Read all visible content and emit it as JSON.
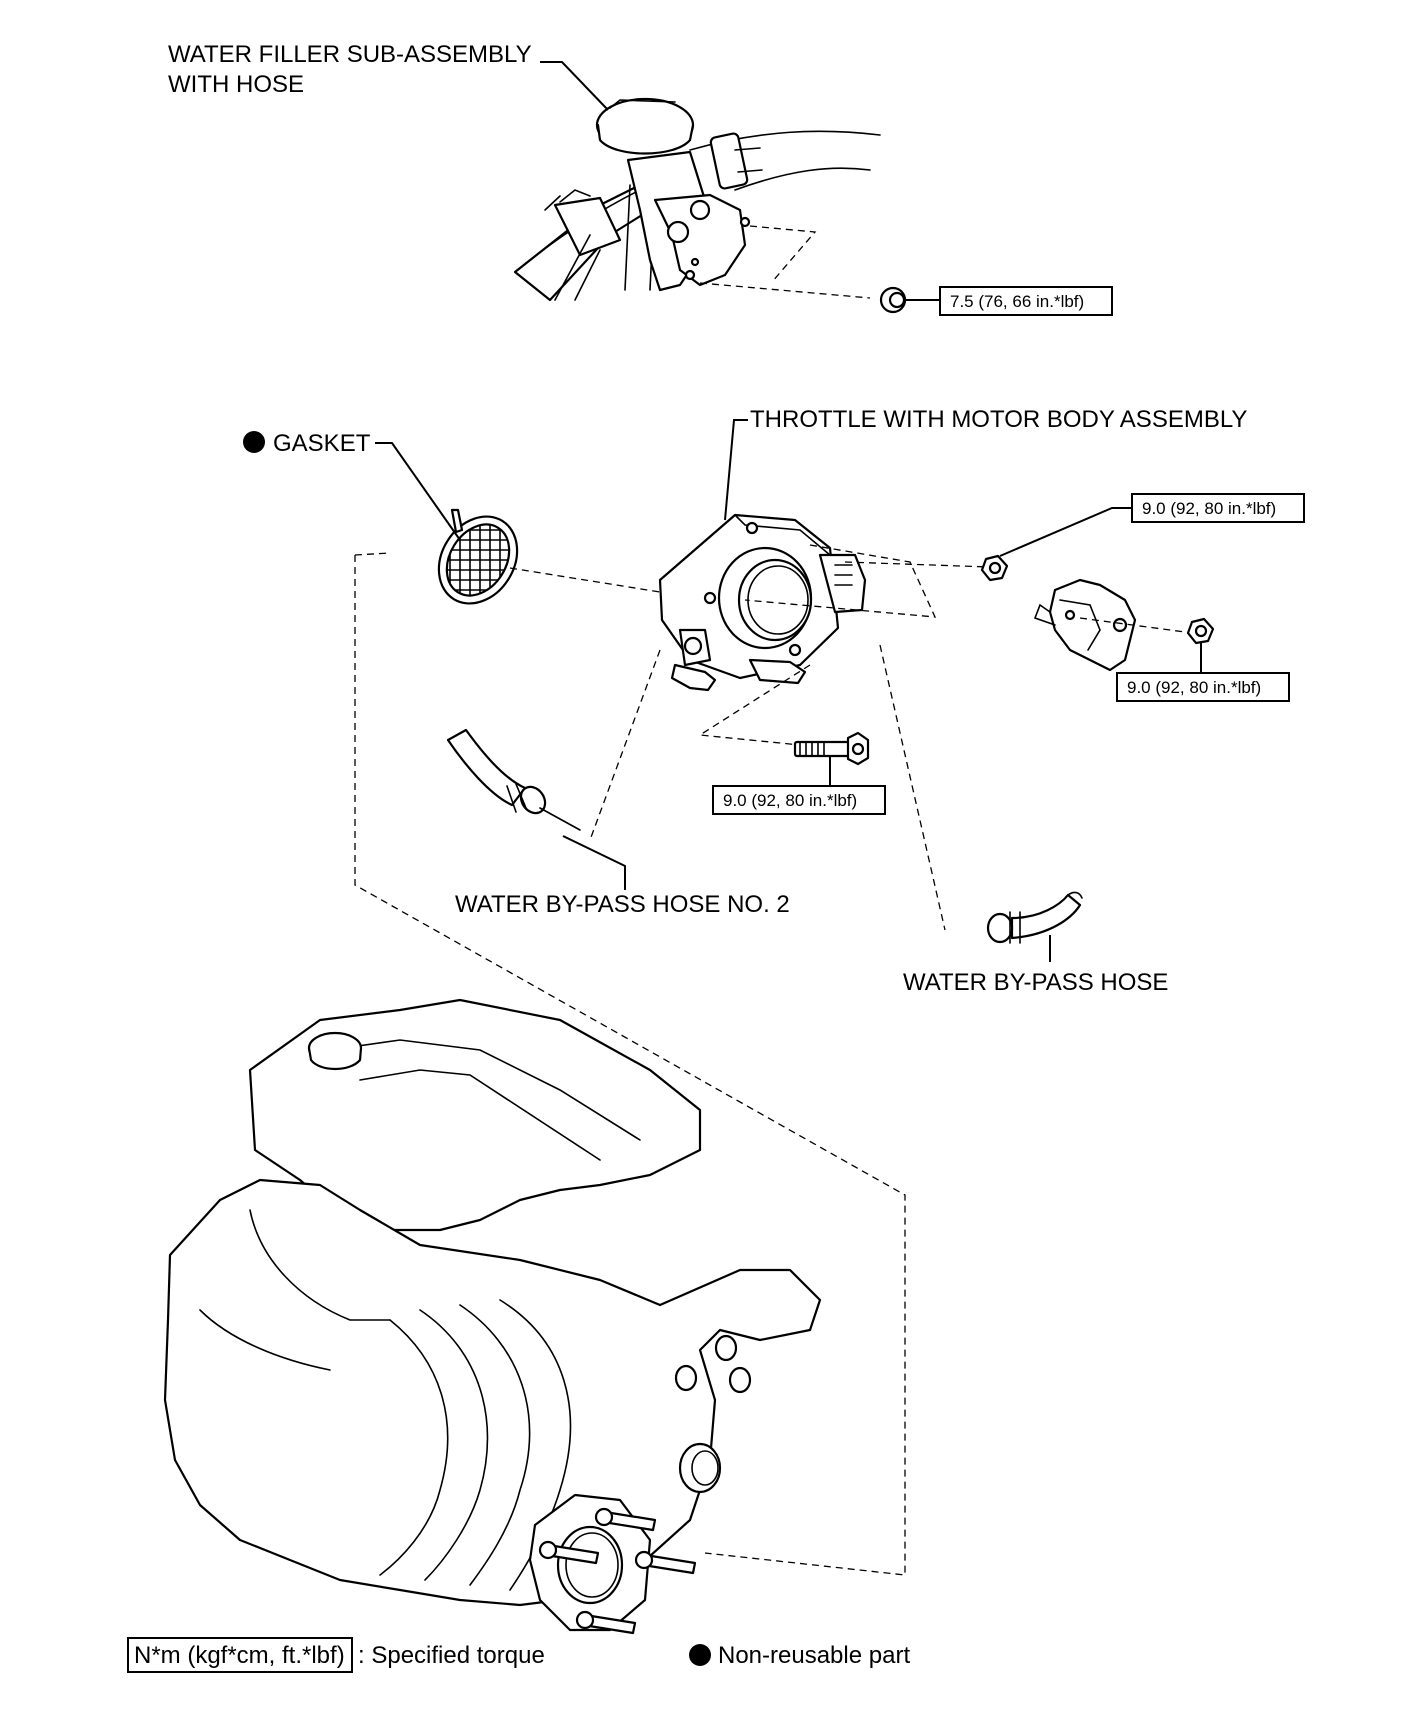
{
  "labels": {
    "water_filler_line1": "WATER FILLER SUB-ASSEMBLY",
    "water_filler_line2": "WITH HOSE",
    "gasket": "GASKET",
    "throttle_body": "THROTTLE WITH MOTOR BODY ASSEMBLY",
    "water_bypass_hose_no2": "WATER BY-PASS HOSE NO. 2",
    "water_bypass_hose": "WATER BY-PASS HOSE"
  },
  "torque_specs": {
    "water_filler_nut": "7.5 (76, 66 in.*lbf)",
    "throttle_upper_nut": "9.0 (92, 80 in.*lbf)",
    "bracket_nut": "9.0 (92, 80 in.*lbf)",
    "throttle_bolt": "9.0 (92, 80 in.*lbf)"
  },
  "legend": {
    "torque_units": "N*m (kgf*cm, ft.*lbf)",
    "torque_desc": ": Specified torque",
    "nonreusable_desc": "Non-reusable part"
  },
  "icons": {
    "nonreusable_marker": "filled-circle-icon"
  }
}
